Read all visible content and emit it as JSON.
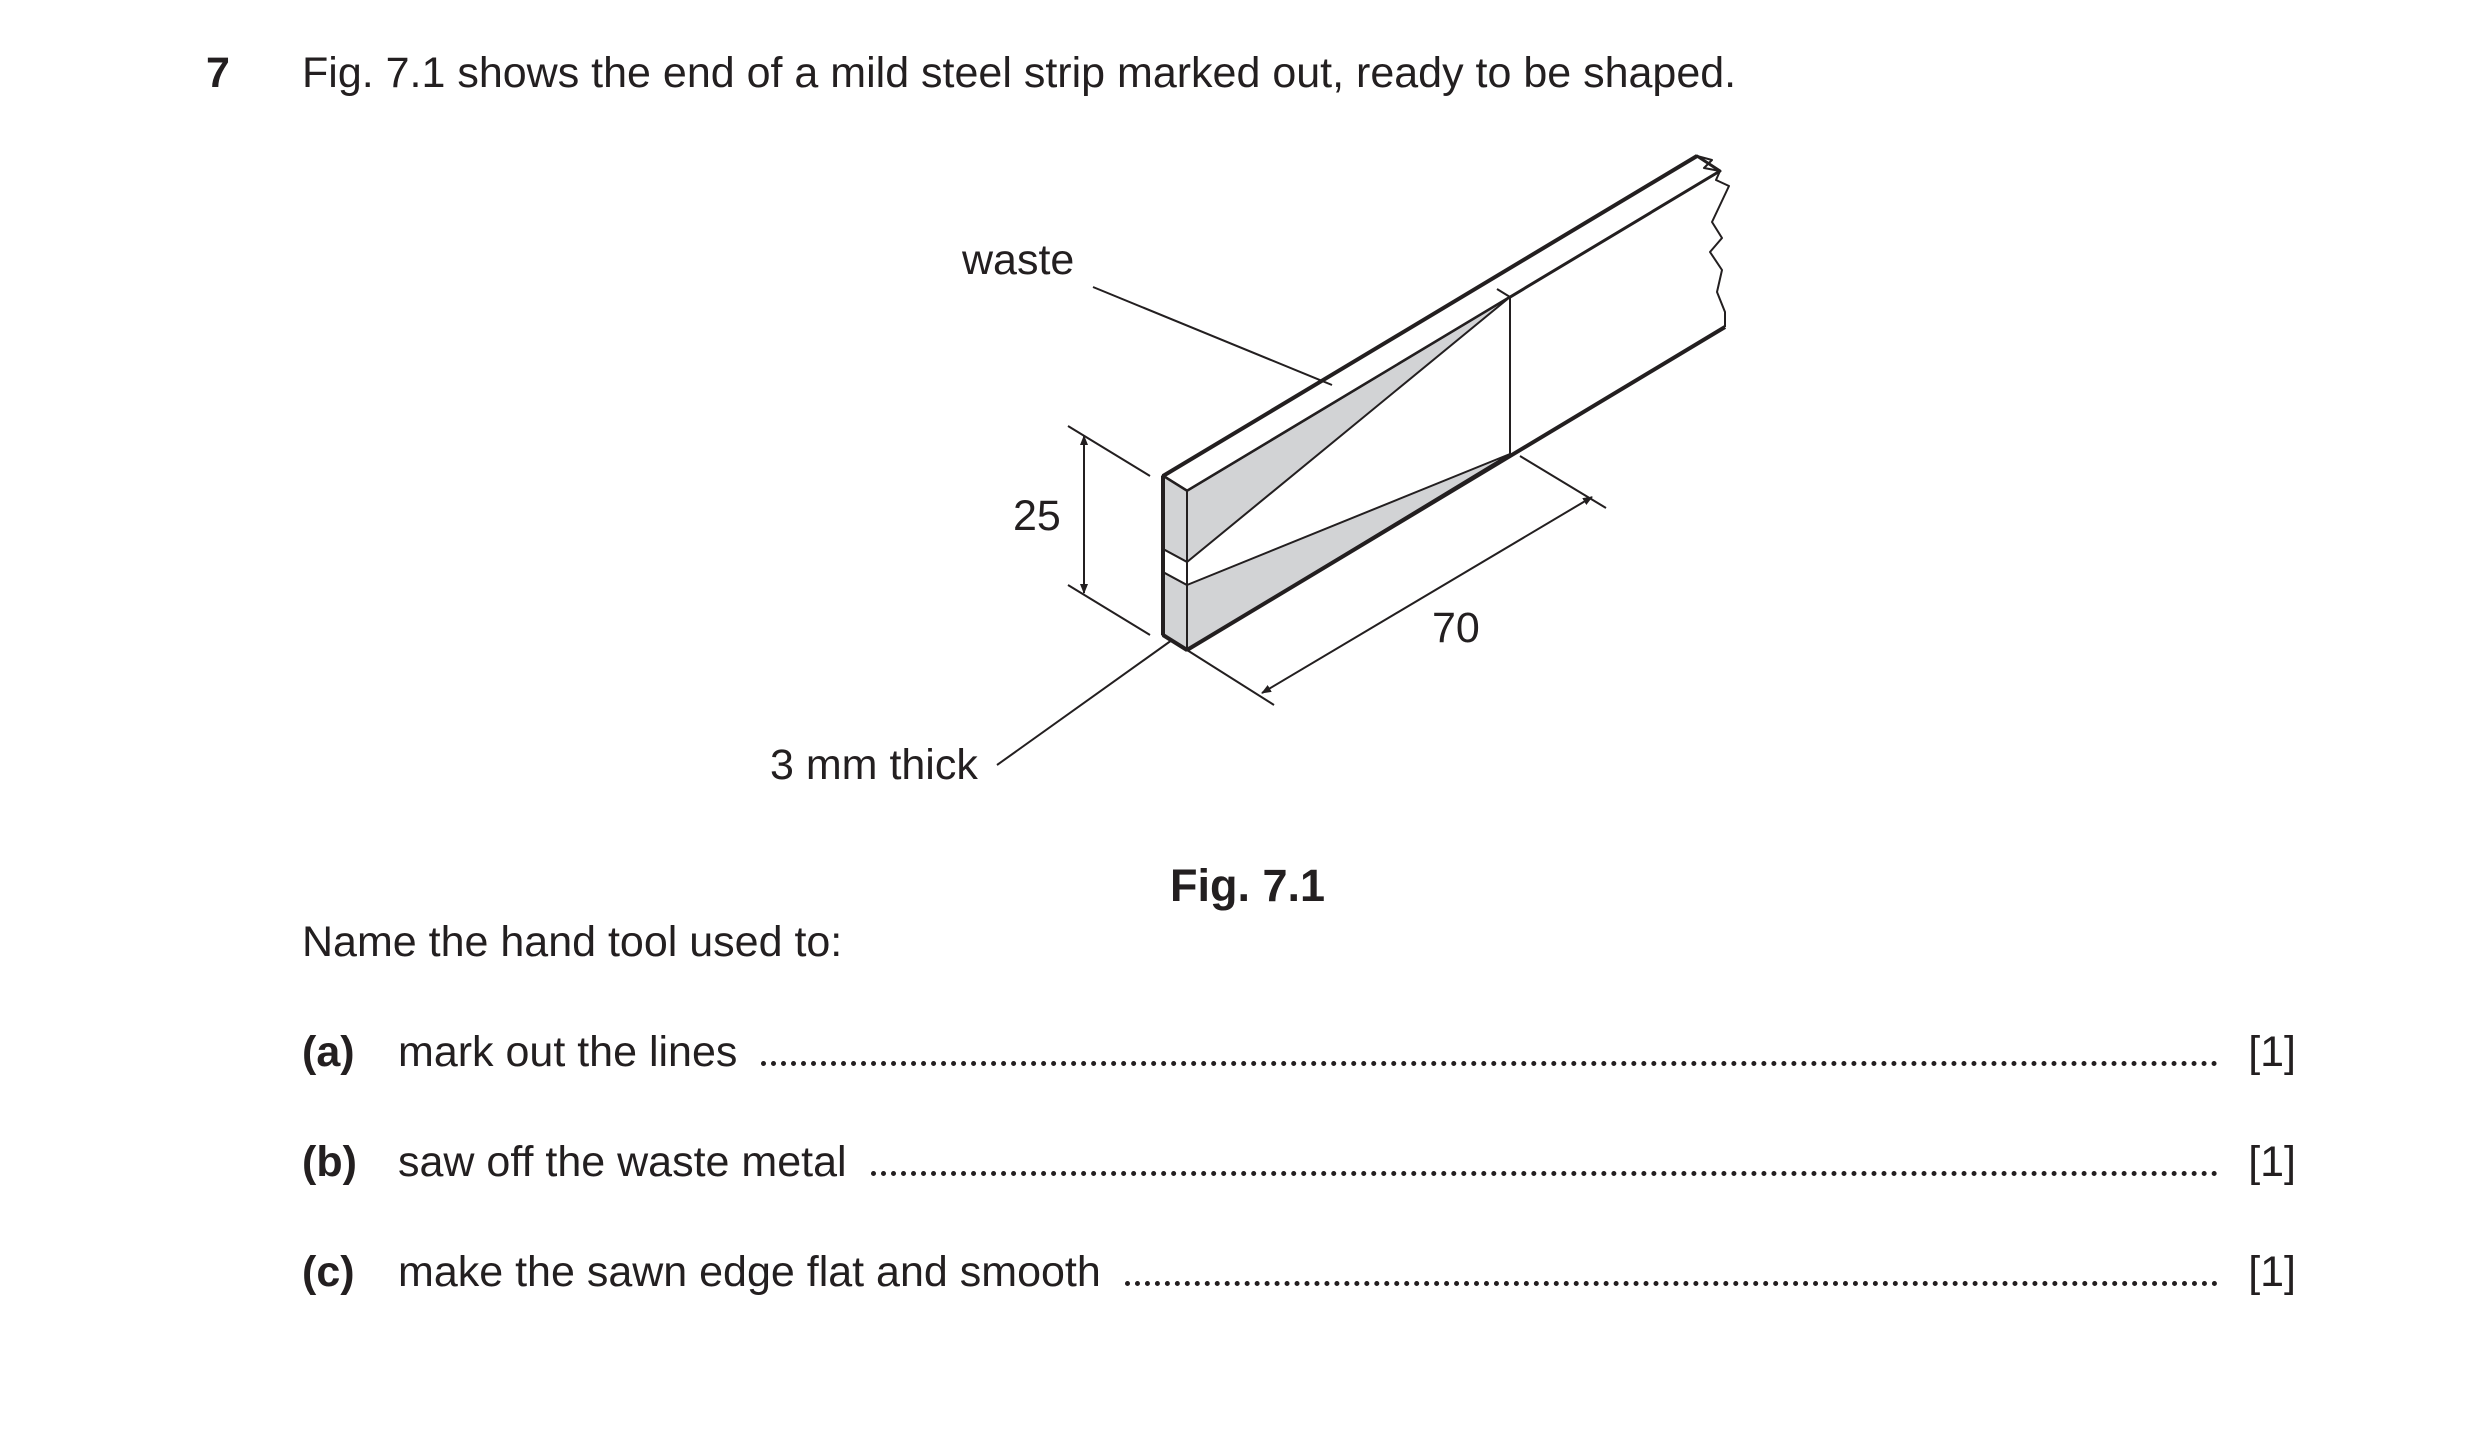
{
  "question": {
    "number": "7",
    "stem": "Fig. 7.1 shows the end of a mild steel strip marked out, ready to be shaped."
  },
  "figure": {
    "labels": {
      "waste": "waste",
      "height_dim": "25",
      "length_dim": "70",
      "thickness": "3 mm thick"
    },
    "caption": "Fig. 7.1",
    "colors": {
      "ink": "#231f20",
      "waste_fill": "#d2d3d5"
    }
  },
  "instruction": "Name the hand tool used to:",
  "parts": [
    {
      "letter": "(a)",
      "text": "mark out the lines",
      "marks": "[1]"
    },
    {
      "letter": "(b)",
      "text": "saw off the waste metal",
      "marks": "[1]"
    },
    {
      "letter": "(c)",
      "text": "make the sawn edge flat and smooth",
      "marks": "[1]"
    }
  ]
}
